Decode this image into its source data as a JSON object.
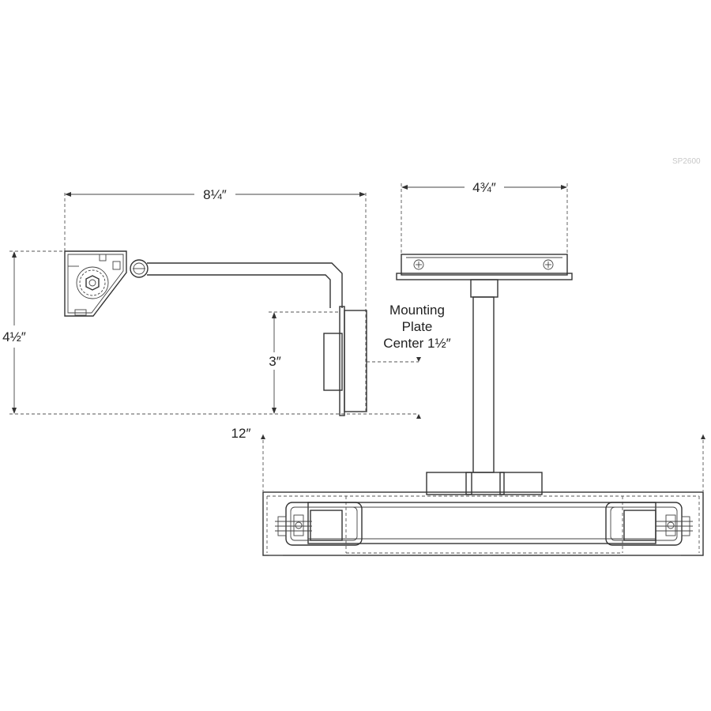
{
  "drawing_code": "SP2600",
  "dimensions": {
    "arm_length": "8¼″",
    "plate_width": "4¾″",
    "overall_height": "4½″",
    "mount_height": "3″",
    "shade_width": "12″"
  },
  "callout": {
    "line1": "Mounting",
    "line2": "Plate",
    "line3": "Center 1½″"
  }
}
